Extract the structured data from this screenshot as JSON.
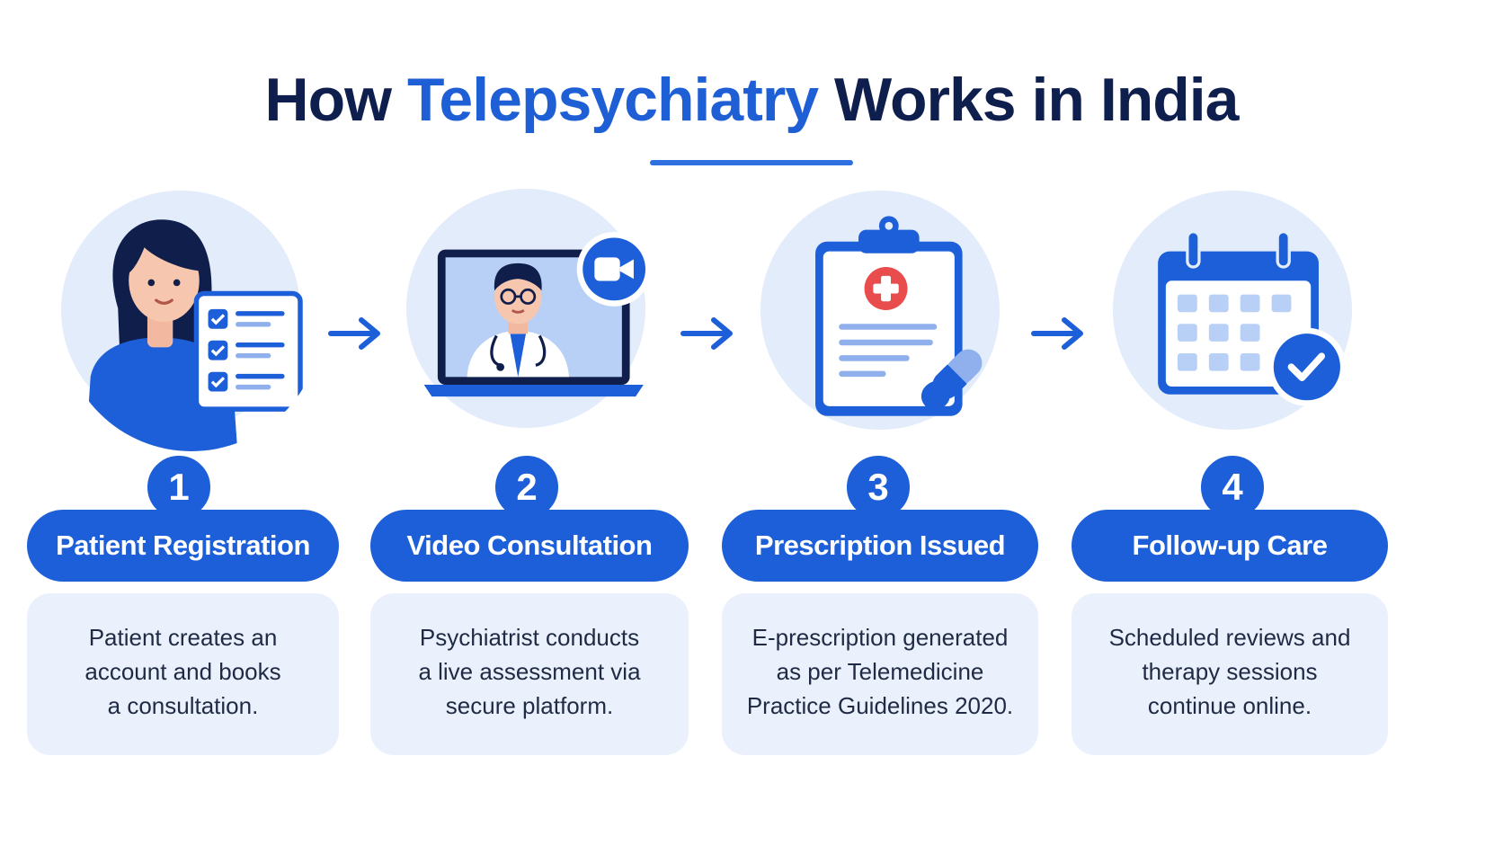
{
  "title": {
    "part1": "How ",
    "accent": "Telepsychiatry",
    "part2": " Works in India"
  },
  "colors": {
    "primary": "#1c5fd8",
    "title": "#0e1f4d",
    "circle_bg": "#e3ecfb",
    "card_bg": "#ebf1fc"
  },
  "steps": [
    {
      "number": "1",
      "label": "Patient Registration",
      "icon": "patient-checklist-icon",
      "description": [
        "Patient creates an",
        "account and books",
        "a consultation."
      ]
    },
    {
      "number": "2",
      "label": "Video Consultation",
      "icon": "doctor-video-call-icon",
      "description": [
        "Psychiatrist conducts",
        "a live assessment via",
        "secure platform."
      ]
    },
    {
      "number": "3",
      "label": "Prescription Issued",
      "icon": "clipboard-prescription-icon",
      "description": [
        "E-prescription generated",
        "as per Telemedicine",
        "Practice Guidelines 2020."
      ]
    },
    {
      "number": "4",
      "label": "Follow-up Care",
      "icon": "calendar-check-icon",
      "description": [
        "Scheduled reviews and",
        "therapy sessions",
        "continue online."
      ]
    }
  ]
}
